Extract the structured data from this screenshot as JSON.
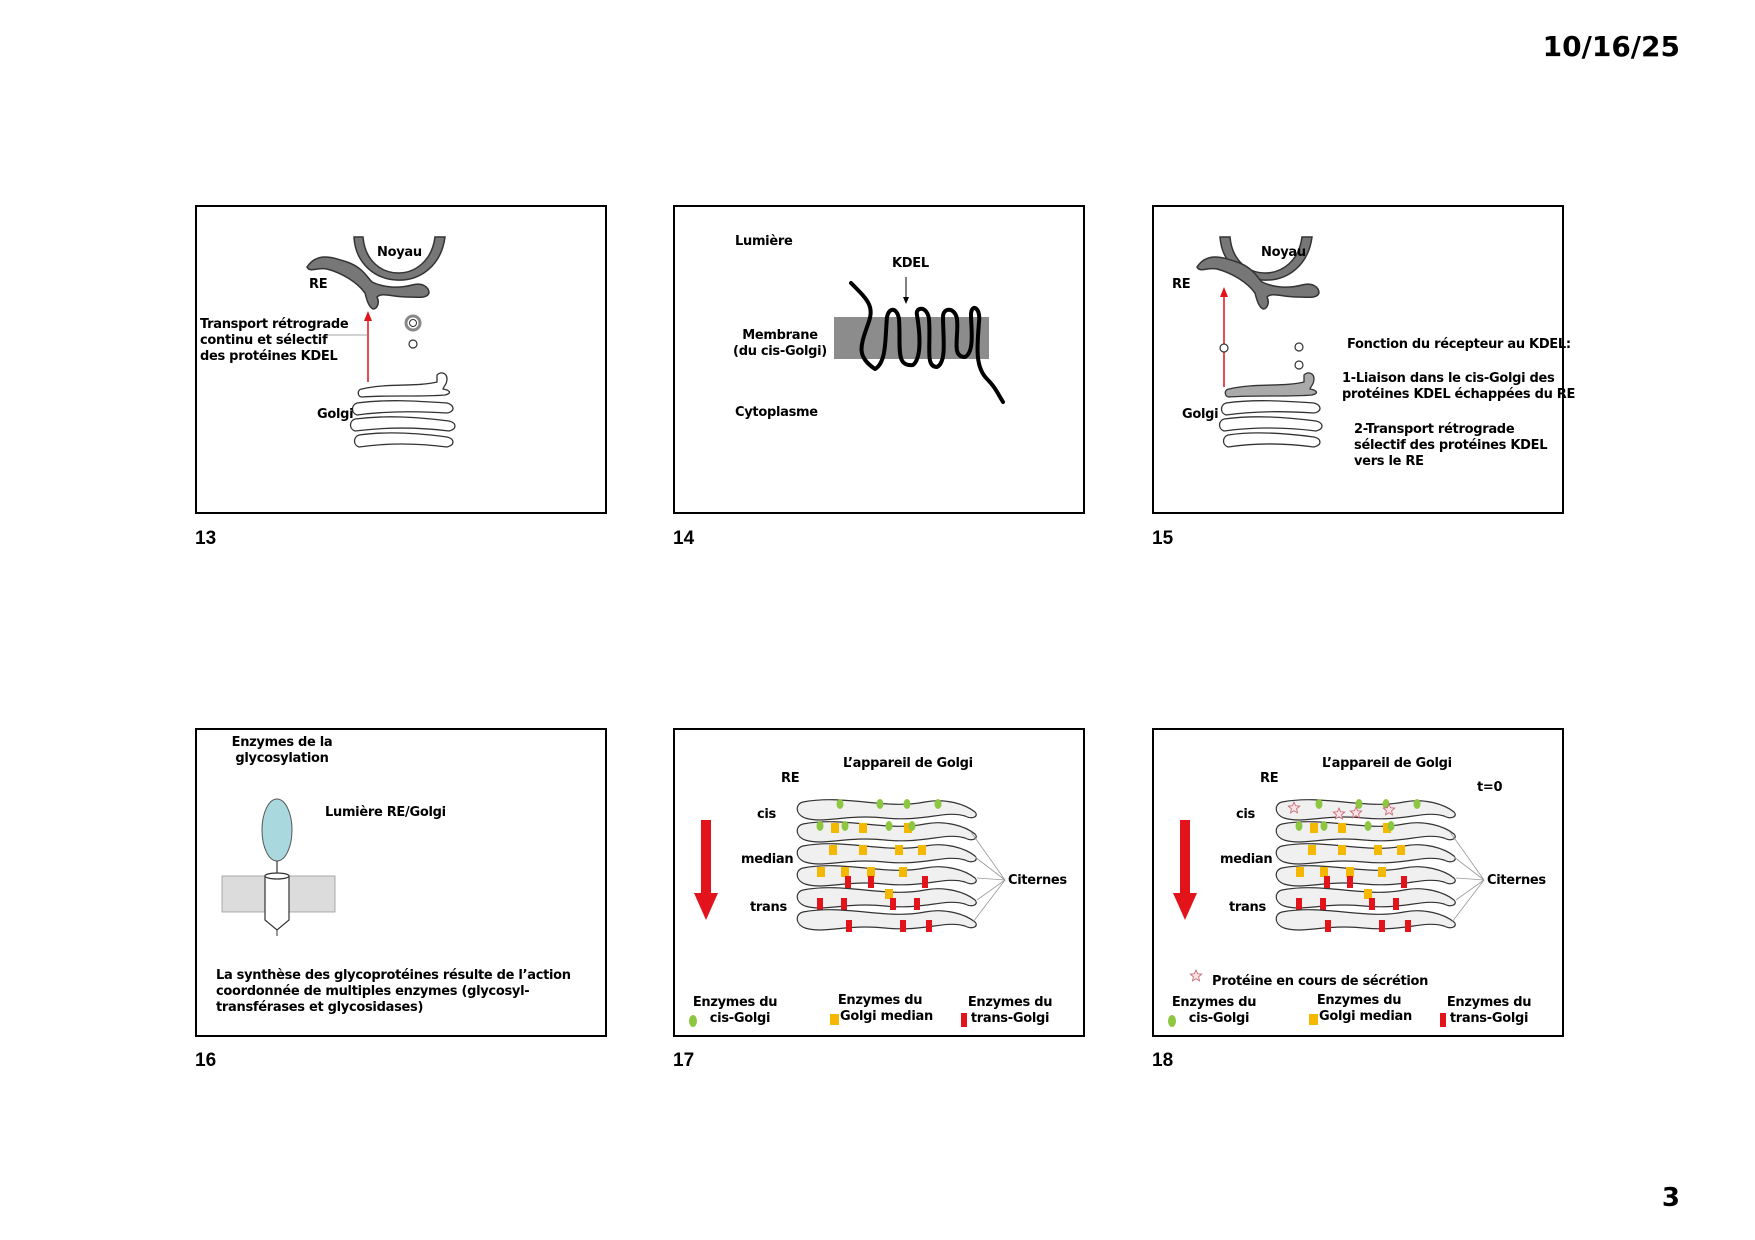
{
  "header": {
    "date": "10/16/25"
  },
  "page_number": "3",
  "slides": [
    {
      "number": "13",
      "labels": {
        "noyau": "Noyau",
        "re": "RE",
        "transport": [
          "Transport rétrograde",
          "continu et sélectif",
          "des protéines KDEL"
        ],
        "golgi": "Golgi"
      }
    },
    {
      "number": "14",
      "labels": {
        "lumiere": "Lumière",
        "kdel": "KDEL",
        "membrane": [
          "Membrane",
          "(du cis-Golgi)"
        ],
        "cytoplasme": "Cytoplasme"
      }
    },
    {
      "number": "15",
      "labels": {
        "noyau": "Noyau",
        "re": "RE",
        "golgi": "Golgi",
        "fonction": "Fonction du récepteur au KDEL:",
        "point1": [
          "1-Liaison dans le cis-Golgi des",
          "protéines KDEL échappées du RE"
        ],
        "point2": [
          "2-Transport rétrograde",
          "sélectif des protéines KDEL",
          "vers le RE"
        ]
      }
    },
    {
      "number": "16",
      "labels": {
        "enzymes": [
          "Enzymes de la",
          "glycosylation"
        ],
        "lumiere": "Lumière RE/Golgi",
        "synthese": [
          "La synthèse des glycoprotéines résulte de l’action",
          "coordonnée de multiples enzymes (glycosyl-",
          "transférases et glycosidases)"
        ]
      }
    },
    {
      "number": "17",
      "labels": {
        "title": "L’appareil de Golgi",
        "re": "RE",
        "cis": "cis",
        "median": "median",
        "trans": "trans",
        "citernes": "Citernes",
        "cis_golgi": [
          "Enzymes du",
          "cis-Golgi"
        ],
        "golgi_median": [
          "Enzymes du",
          "Golgi median"
        ],
        "trans_golgi": [
          "Enzymes du",
          "trans-Golgi"
        ]
      }
    },
    {
      "number": "18",
      "labels": {
        "title": "L’appareil de Golgi",
        "t0": "t=0",
        "re": "RE",
        "cis": "cis",
        "median": "median",
        "trans": "trans",
        "citernes": "Citernes",
        "proteine": "Protéine en cours de sécrétion",
        "cis_golgi": [
          "Enzymes du",
          "cis-Golgi"
        ],
        "golgi_median": [
          "Enzymes du",
          "Golgi median"
        ],
        "trans_golgi": [
          "Enzymes du",
          "trans-Golgi"
        ]
      }
    }
  ],
  "colors": {
    "cis_enzyme": "#8dc63f",
    "median_enzyme": "#f5b800",
    "trans_enzyme": "#e3131b",
    "arrow_red": "#e3131b",
    "membrane_gray": "#8c8c8c",
    "receptor_blue": "#a9d8de"
  }
}
